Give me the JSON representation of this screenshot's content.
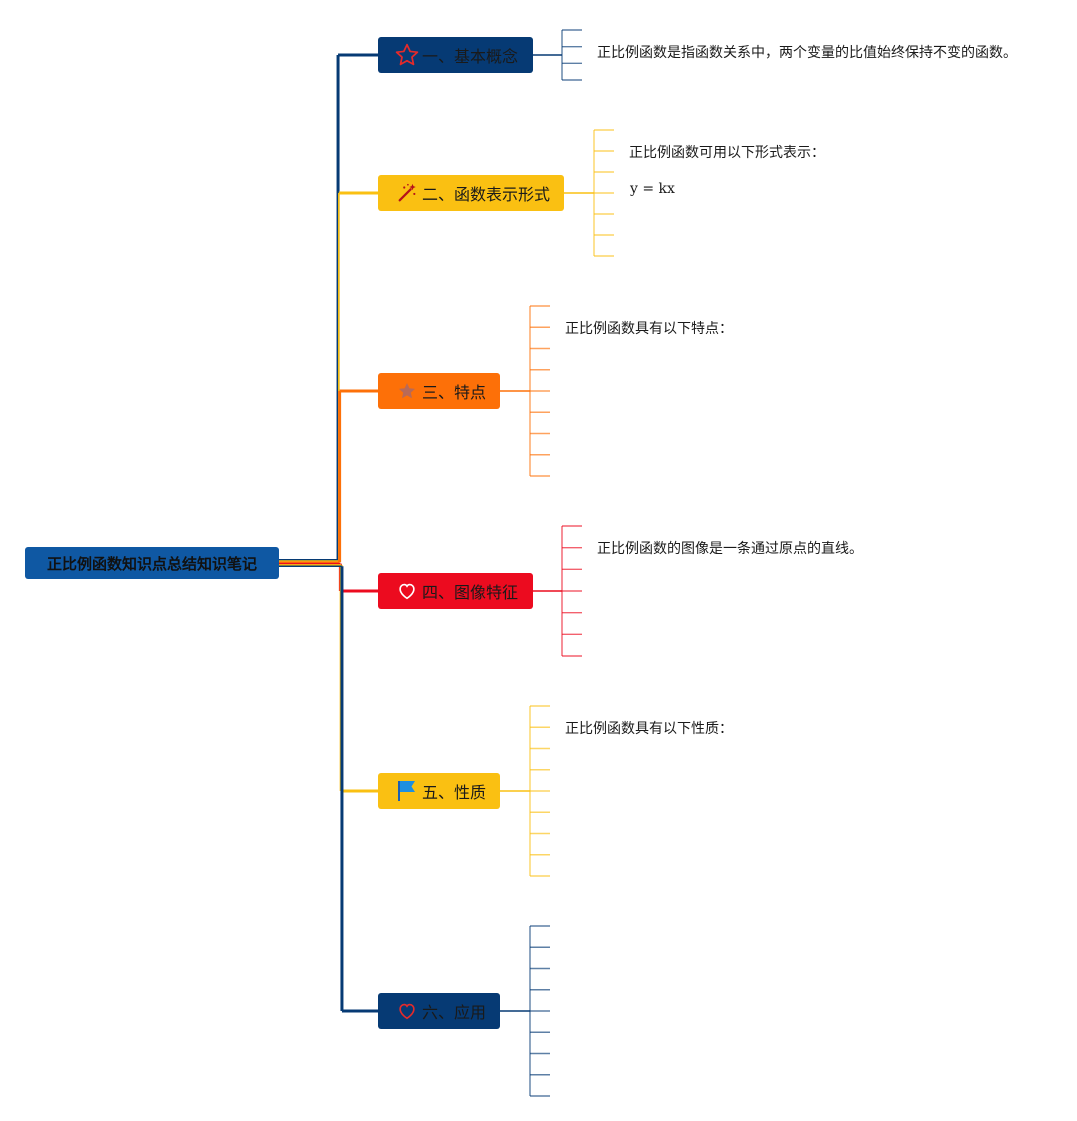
{
  "root": {
    "title": "正比例函数知识点总结知识笔记"
  },
  "branches": [
    {
      "label": "一、基本概念",
      "icon": "star-outline-icon",
      "color": "#063a74",
      "notes": [
        "正比例函数是指函数关系中，两个变量的比值始终保持不变的函数。"
      ]
    },
    {
      "label": "二、函数表示形式",
      "icon": "magic-wand-icon",
      "color": "#fac012",
      "notes": [
        "正比例函数可用以下形式表示：",
        "y = kx"
      ]
    },
    {
      "label": "三、特点",
      "icon": "star-filled-icon",
      "color": "#fd7008",
      "notes": [
        "正比例函数具有以下特点："
      ]
    },
    {
      "label": "四、图像特征",
      "icon": "heart-outline-icon",
      "color": "#ec0b1f",
      "notes": [
        "正比例函数的图像是一条通过原点的直线。"
      ]
    },
    {
      "label": "五、性质",
      "icon": "flag-icon",
      "color": "#fac012",
      "notes": [
        "正比例函数具有以下性质："
      ]
    },
    {
      "label": "六、应用",
      "icon": "heart-outline-icon",
      "color": "#063a74",
      "notes": []
    }
  ]
}
